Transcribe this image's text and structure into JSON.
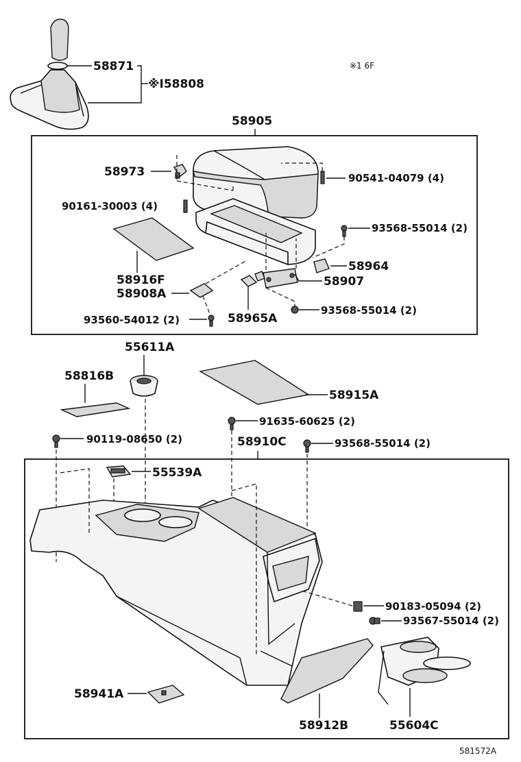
{
  "labels": {
    "p58871": "58871",
    "p58808": "※I58808",
    "note": "※1 6F",
    "p58905": "58905",
    "p58973": "58973",
    "p90541": "90541-04079 (4)",
    "p90161": "90161-30003 (4)",
    "p93568a": "93568-55014 (2)",
    "p58964": "58964",
    "p58916F": "58916F",
    "p58907": "58907",
    "p58908A": "58908A",
    "p93568b": "93568-55014 (2)",
    "p93560": "93560-54012 (2)",
    "p58965A": "58965A",
    "p55611A": "55611A",
    "p58816B": "58816B",
    "p58915A": "58915A",
    "p91635": "91635-60625 (2)",
    "p90119": "90119-08650 (2)",
    "p58910C": "58910C",
    "p93568c": "93568-55014 (2)",
    "p55539A": "55539A",
    "p90183": "90183-05094 (2)",
    "p93567": "93567-55014 (2)",
    "p58941A": "58941A",
    "p58912B": "58912B",
    "p55604C": "55604C",
    "ref": "581572A"
  },
  "icons": [
    "gear-shift-knob-icon",
    "shift-boot-icon",
    "console-lid-icon",
    "console-box-icon",
    "cup-holder-icon",
    "bolt-icon",
    "screw-icon",
    "clip-icon",
    "mat-icon",
    "hinge-icon",
    "cover-panel-icon",
    "console-body-icon"
  ]
}
